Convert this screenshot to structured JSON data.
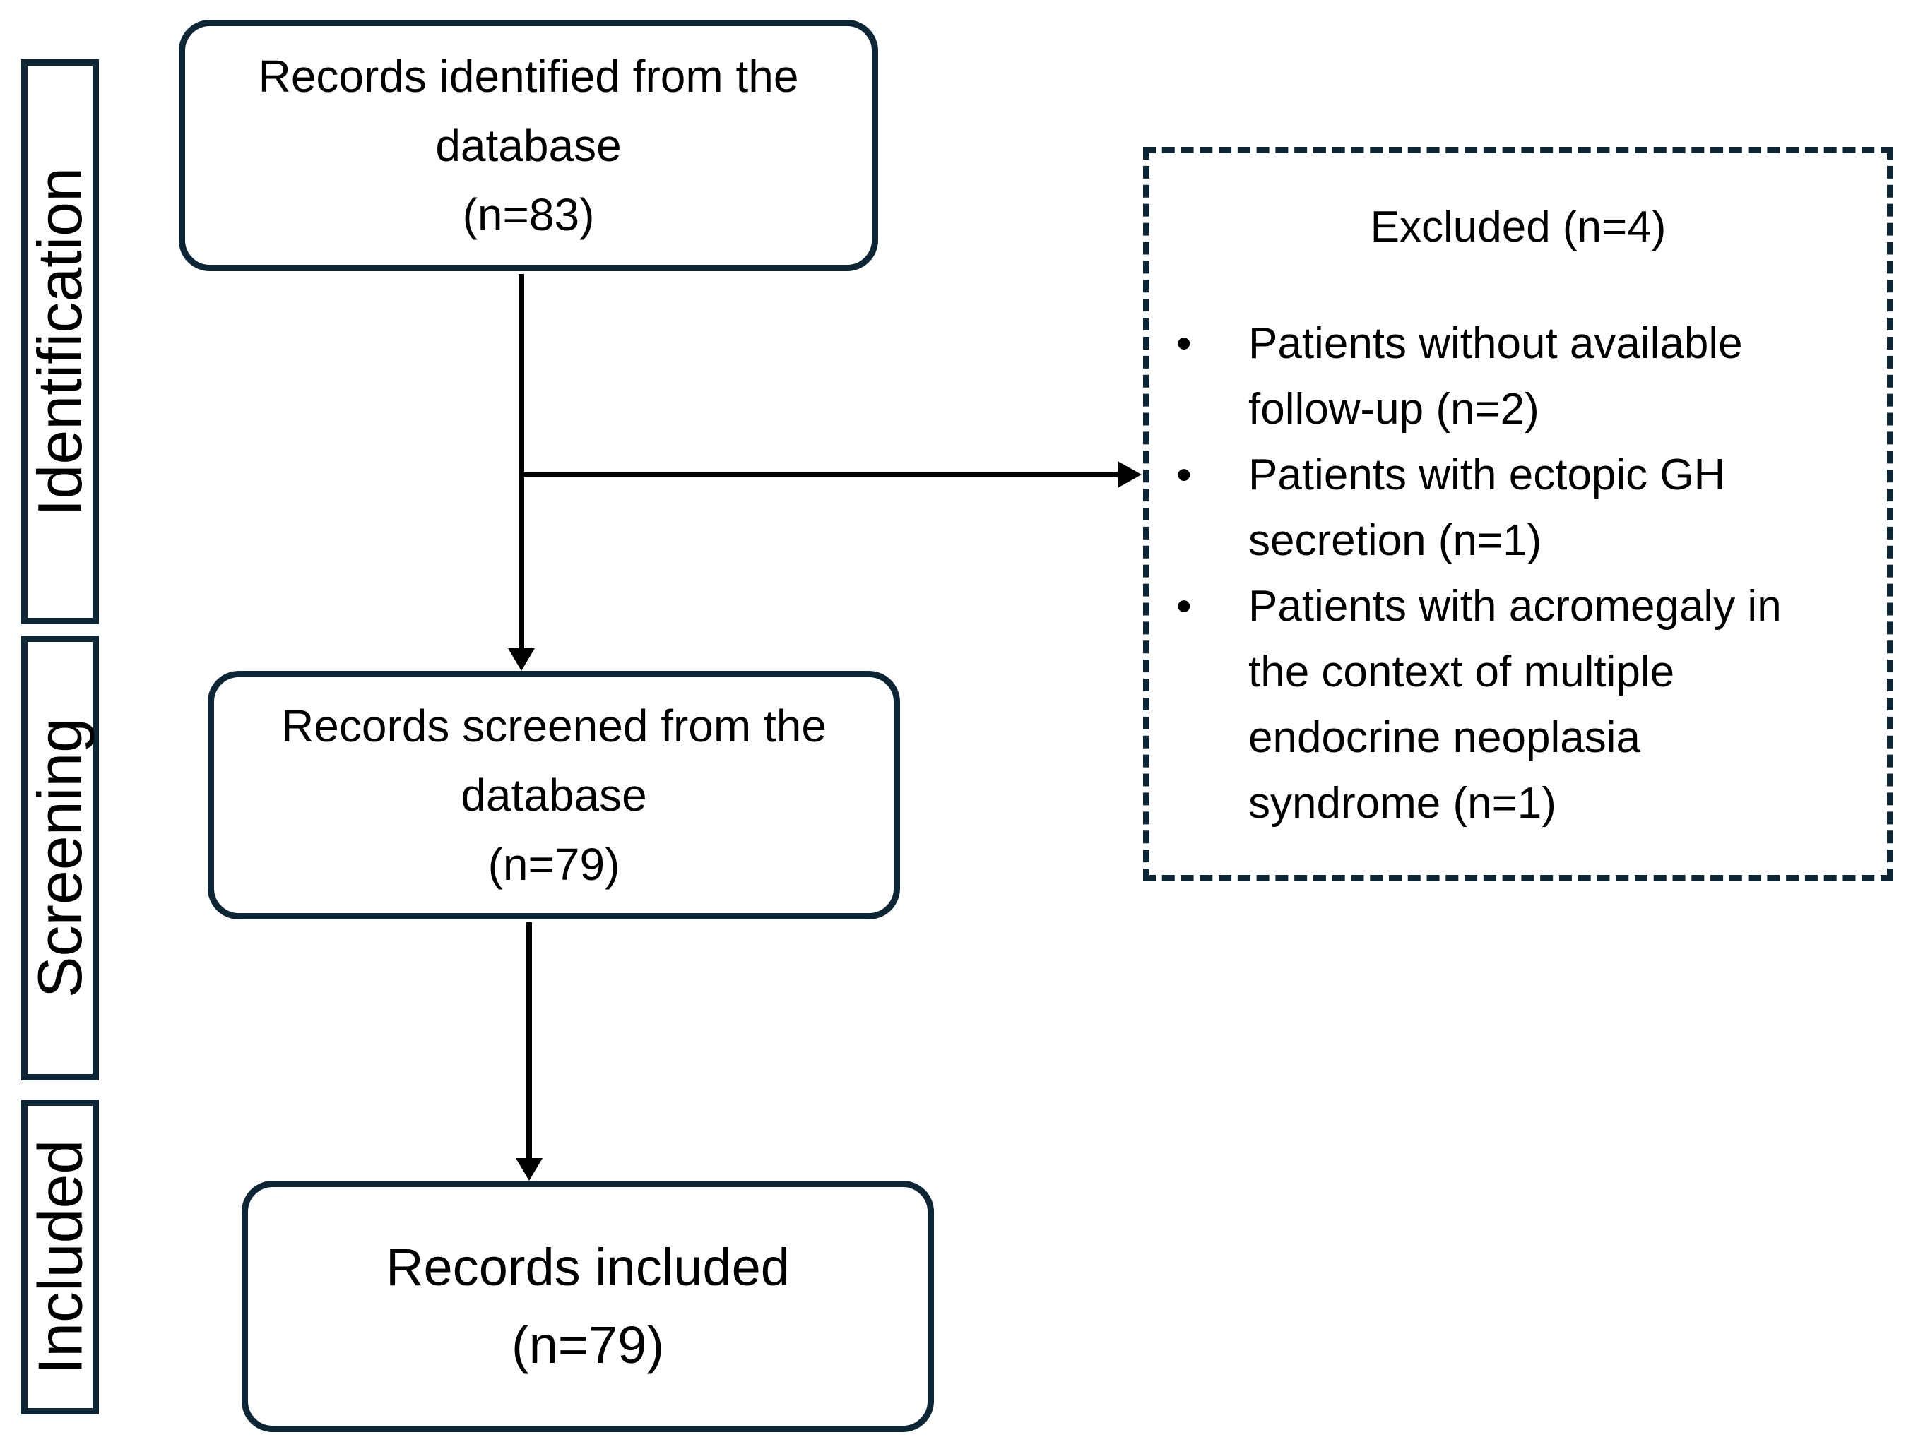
{
  "stages": [
    {
      "label": "Identification"
    },
    {
      "label": "Screening"
    },
    {
      "label": "Included"
    }
  ],
  "boxes": {
    "identified": "Records identified from the\ndatabase\n(n=83)",
    "screened": "Records screened from the\ndatabase\n(n=79)",
    "included": "Records included\n(n=79)"
  },
  "excluded": {
    "title": "Excluded (n=4)",
    "bullet_glyph": "•",
    "items": [
      "Patients without available\nfollow-up (n=2)",
      "Patients with ectopic GH\nsecretion (n=1)",
      "Patients with acromegaly in\nthe context of multiple\nendocrine neoplasia\nsyndrome (n=1)"
    ]
  },
  "colors": {
    "outline": "#0d2636",
    "text": "#000000",
    "arrow": "#000000",
    "background": "#ffffff"
  }
}
